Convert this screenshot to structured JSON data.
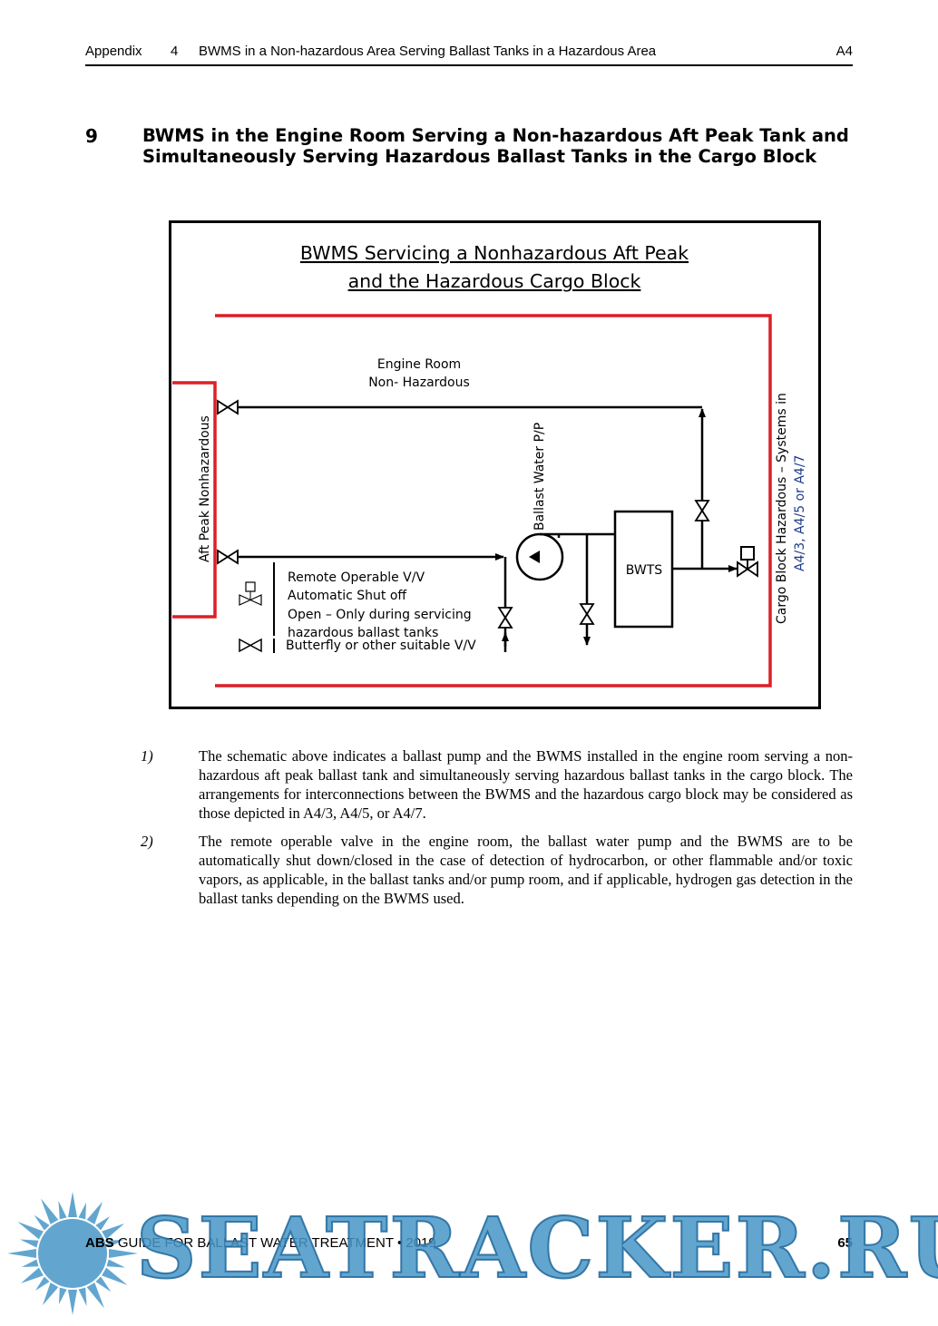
{
  "header": {
    "appendix": "Appendix",
    "number": "4",
    "title": "BWMS in a Non-hazardous Area Serving Ballast Tanks in a Hazardous Area",
    "code": "A4"
  },
  "section": {
    "number": "9",
    "title": "BWMS in the Engine Room Serving a Non-hazardous Aft Peak Tank and Simultaneously Serving Hazardous Ballast Tanks in the Cargo Block"
  },
  "figure": {
    "title_line1": "BWMS Servicing a Nonhazardous Aft Peak",
    "title_line2": "and the Hazardous Cargo Block",
    "engine_room_line1": "Engine Room",
    "engine_room_line2": "Non- Hazardous",
    "aft_peak": "Aft Peak Nonhazardous",
    "pump_label": "Ballast Water P/P",
    "bwts": "BWTS",
    "cargo_line1": "Cargo Block Hazardous – Systems in",
    "cargo_line2": "A4/3, A4/5 or A4/7",
    "legend_remote_1": "Remote Operable V/V",
    "legend_remote_2": "Automatic Shut off",
    "legend_remote_3": "Open – Only during servicing",
    "legend_remote_4": "hazardous ballast tanks",
    "legend_butterfly": "Butterfly or other suitable V/V",
    "colors": {
      "hazard_boundary": "#dd1f26",
      "line": "#000000",
      "link_text": "#1f3c8c"
    }
  },
  "notes": [
    {
      "num": "1)",
      "text": "The schematic above indicates a ballast pump and the BWMS installed in the engine room serving a non-hazardous aft peak ballast tank and simultaneously serving hazardous ballast tanks in the cargo block. The arrangements for interconnections between the BWMS and the hazardous cargo block may be considered as those depicted in A4/3, A4/5, or A4/7."
    },
    {
      "num": "2)",
      "text": "The remote operable valve in the engine room, the ballast water pump and the BWMS are to be automatically shut down/closed in the case of detection of hydrocarbon, or other flammable and/or toxic vapors, as applicable, in the ballast tanks and/or pump room, and if applicable, hydrogen gas detection in the ballast tanks depending on the BWMS used."
    }
  ],
  "footer": {
    "brand": "ABS",
    "guide": "GUIDE FOR BALLAST WATER TREATMENT • 2019",
    "page": "65"
  },
  "watermark": {
    "text": "SEATRACKER.RU",
    "icon": "sun-logo-icon"
  }
}
